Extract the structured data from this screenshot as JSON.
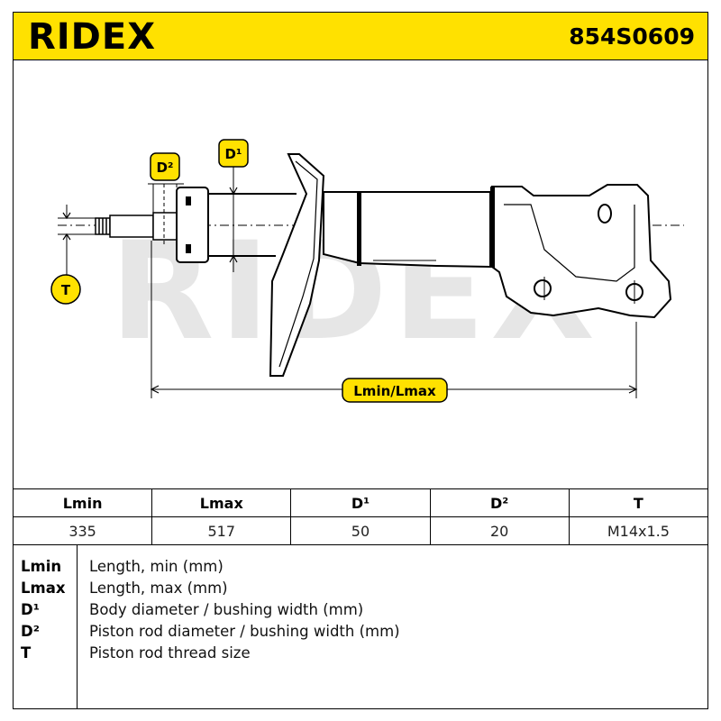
{
  "header": {
    "brand": "RIDEX",
    "part_number": "854S0609"
  },
  "drawing": {
    "watermark": "RIDEX",
    "callouts": {
      "d1": "D¹",
      "d2": "D²",
      "t": "T",
      "length": "Lmin/Lmax"
    },
    "colors": {
      "callout": "#ffe100",
      "watermark": "#e6e6e6"
    }
  },
  "specs": {
    "headers": [
      "Lmin",
      "Lmax",
      "D¹",
      "D²",
      "T"
    ],
    "values": [
      "335",
      "517",
      "50",
      "20",
      "M14x1.5"
    ]
  },
  "legend": [
    {
      "abbr": "Lmin",
      "desc": "Length, min (mm)"
    },
    {
      "abbr": "Lmax",
      "desc": "Length, max (mm)"
    },
    {
      "abbr": "D¹",
      "desc": "Body diameter / bushing width (mm)"
    },
    {
      "abbr": "D²",
      "desc": "Piston rod diameter / bushing width (mm)"
    },
    {
      "abbr": "T",
      "desc": "Piston rod thread size"
    }
  ]
}
